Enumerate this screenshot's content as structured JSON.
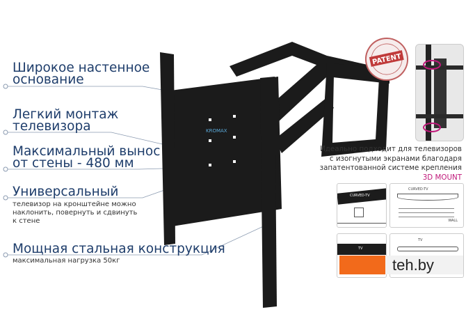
{
  "features": [
    {
      "title_lines": [
        "Широкое настенное",
        "основание"
      ]
    },
    {
      "title_lines": [
        "Легкий монтаж",
        "телевизора"
      ]
    },
    {
      "title_lines": [
        "Максимальный вынос",
        "от стены - 480 мм"
      ]
    },
    {
      "title_lines": [
        "Универсальный"
      ],
      "sub_lines": [
        "телевизор на кронштейне можно",
        "наклонить, повернуть и сдвинуть",
        "к стене"
      ]
    },
    {
      "title_lines": [
        "Мощная стальная конструкция"
      ],
      "sub_lines": [
        "максимальная нагрузка 50кг"
      ]
    }
  ],
  "brand_on_plate": "KROMAX",
  "patent_stamp": {
    "text": "PATENT"
  },
  "right_text": {
    "lines": [
      "Идеально подходит для телевизоров",
      "с изогнутыми экранами благодаря",
      "запатентованной системе крепления"
    ],
    "highlight": "3D MOUNT"
  },
  "diagrams": {
    "curved_tv": "CURVED-TV",
    "wall": "WALL",
    "tv": "TV"
  },
  "watermark": "teh.by",
  "colors": {
    "title": "#1e3d6b",
    "highlight": "#c0187a",
    "logo_orange": "#f26a1b"
  }
}
